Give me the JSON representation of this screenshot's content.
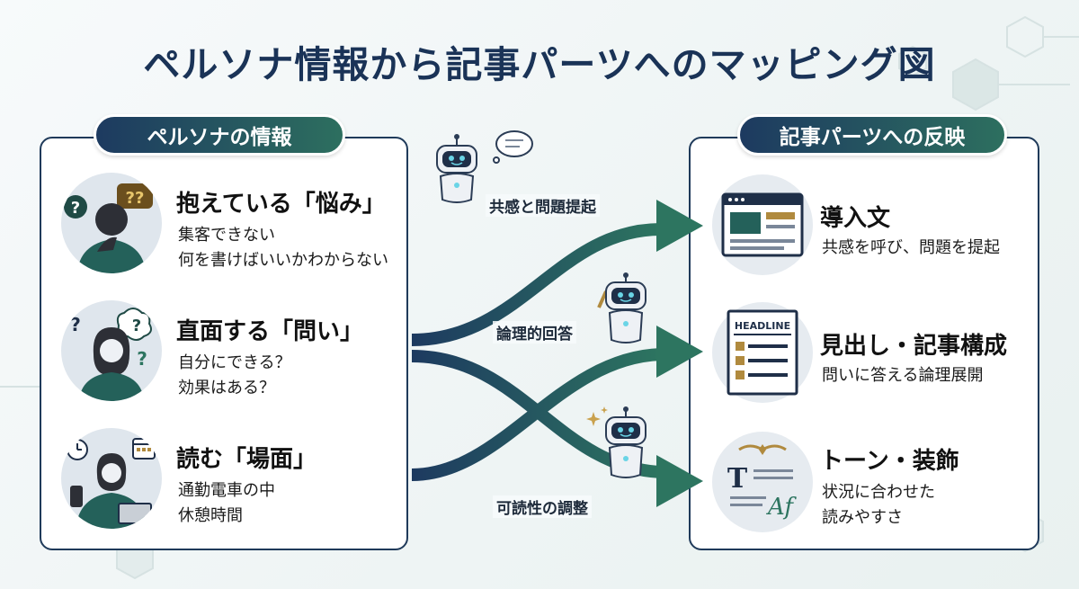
{
  "title": "ペルソナ情報から記事パーツへのマッピング図",
  "left_header": "ペルソナの情報",
  "right_header": "記事パーツへの反映",
  "persona": [
    {
      "title": "抱えている「悩み」",
      "lines": [
        "集客できない",
        "何を書けばいいかわからない"
      ],
      "icon": "thinking-man-icon",
      "bubble_text": "??"
    },
    {
      "title": "直面する「問い」",
      "lines": [
        "自分にできる？",
        "効果はある？"
      ],
      "icon": "thinking-woman-icon"
    },
    {
      "title": "読む「場面」",
      "lines": [
        "通勤電車の中",
        "休憩時間"
      ],
      "icon": "woman-with-phone-icon"
    }
  ],
  "parts": [
    {
      "title": "導入文",
      "lines": [
        "共感を呼び、問題を提起"
      ],
      "icon": "web-page-icon"
    },
    {
      "title": "見出し・記事構成",
      "lines": [
        "問いに答える論理展開"
      ],
      "icon": "headline-document-icon",
      "icon_text": "HEADLINE"
    },
    {
      "title": "トーン・装飾",
      "lines": [
        "状況に合わせた",
        "読みやすさ"
      ],
      "icon": "typography-icon",
      "icon_text_1": "T",
      "icon_text_2": "Af"
    }
  ],
  "flows": [
    "共感と問題提起",
    "論理的回答",
    "可読性の調整"
  ],
  "colors": {
    "navy": "#1d3a60",
    "green": "#2d6f5f",
    "gold": "#b08a3e"
  }
}
